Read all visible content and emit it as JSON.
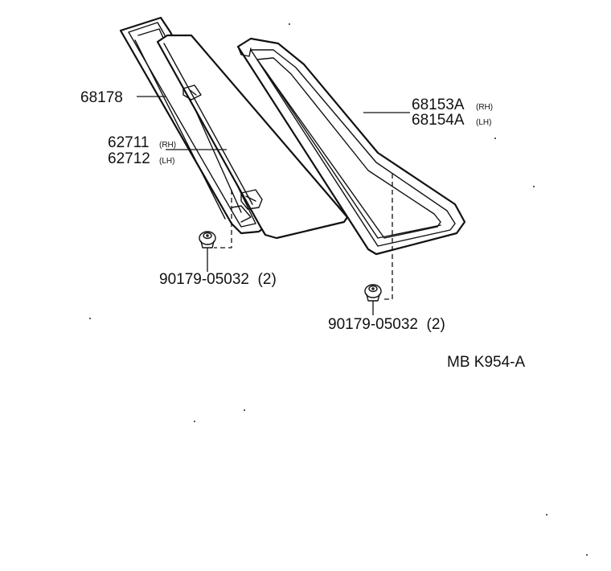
{
  "diagram_id": "MB K954-A",
  "parts": {
    "weatherstrip": {
      "number": "68178"
    },
    "glass": {
      "number_rh": "62711",
      "suffix_rh": "(RH)",
      "number_lh": "62712",
      "suffix_lh": "(LH)"
    },
    "frame": {
      "number_rh": "68153A",
      "suffix_rh": "(RH)",
      "number_lh": "68154A",
      "suffix_lh": "(LH)"
    },
    "clip_left": {
      "label": "90179-05032  (2)"
    },
    "clip_right": {
      "label": "90179-05032  (2)"
    }
  },
  "colors": {
    "line": "#111111",
    "background": "#ffffff"
  }
}
